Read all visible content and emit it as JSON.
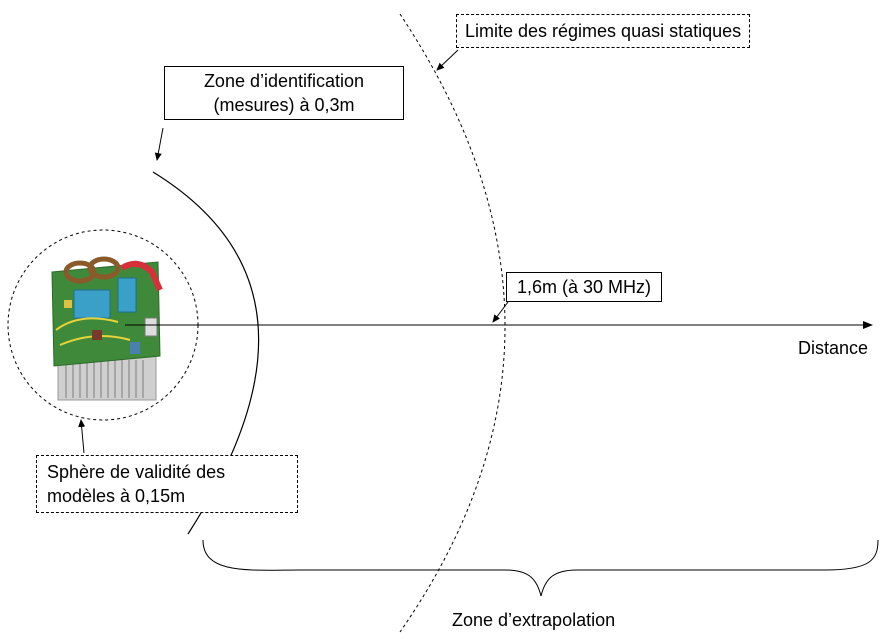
{
  "labels": {
    "limit": "Limite des régimes quasi statiques",
    "ident_line1": "Zone d’identification",
    "ident_line2": "(mesures) à 0,3m",
    "distance_point": "1,6m (à 30 MHz)",
    "axis": "Distance",
    "sphere_line1": "Sphère de validité des",
    "sphere_line2": "modèles à 0,15m",
    "extrapolation": "Zone d’extrapolation"
  },
  "colors": {
    "line": "#000000",
    "pcb_green": "#3f8a3a",
    "heatsink": "#c9c9c9",
    "transformer_blue": "#3aa0c8",
    "connector_red": "#d8303a",
    "toroid_brown": "#8a5a2a"
  },
  "icons": {
    "device": "power-converter-board-photo"
  }
}
